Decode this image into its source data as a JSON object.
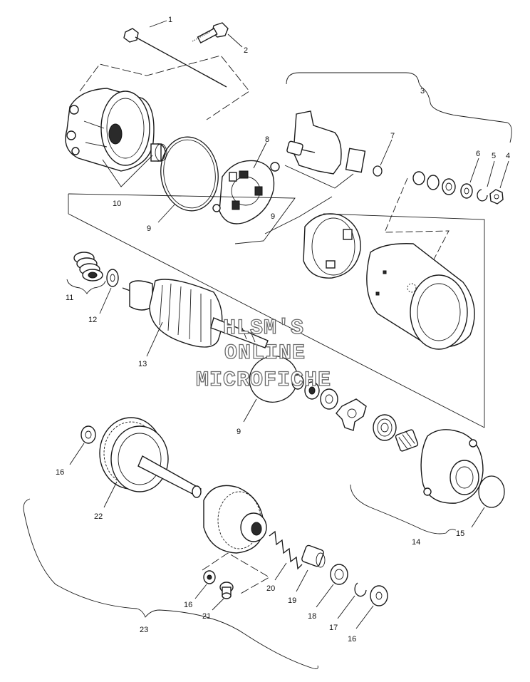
{
  "watermark": {
    "line1": "HLSM'S",
    "line2": "ONLINE",
    "line3": "MICROFICHE"
  },
  "callouts": {
    "c1": "1",
    "c2": "2",
    "c3": "3",
    "c4": "4",
    "c5": "5",
    "c6": "6",
    "c7": "7",
    "c8": "8",
    "c9a": "9",
    "c9b": "9",
    "c9c": "9",
    "c10": "10",
    "c11": "11",
    "c12": "12",
    "c13": "13",
    "c14": "14",
    "c15": "15",
    "c16a": "16",
    "c16b": "16",
    "c16c": "16",
    "c17": "17",
    "c18": "18",
    "c19": "19",
    "c20": "20",
    "c21": "21",
    "c22": "22",
    "c23": "23"
  },
  "colors": {
    "ink": "#1a1a1a",
    "paper": "#ffffff",
    "watermark_outline": "#6b6b6b"
  }
}
